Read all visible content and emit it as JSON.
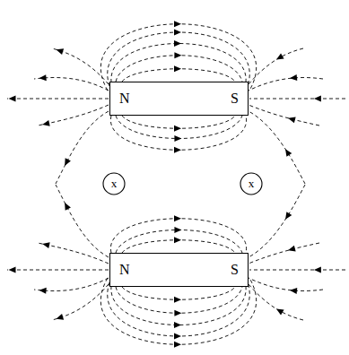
{
  "diagram": {
    "nodes": [
      {
        "text": [
          "N",
          "S"
        ]
      },
      {
        "text": [
          "x"
        ]
      },
      {
        "text": [
          "x"
        ]
      },
      {
        "text": [
          "N",
          "S"
        ]
      }
    ]
  }
}
